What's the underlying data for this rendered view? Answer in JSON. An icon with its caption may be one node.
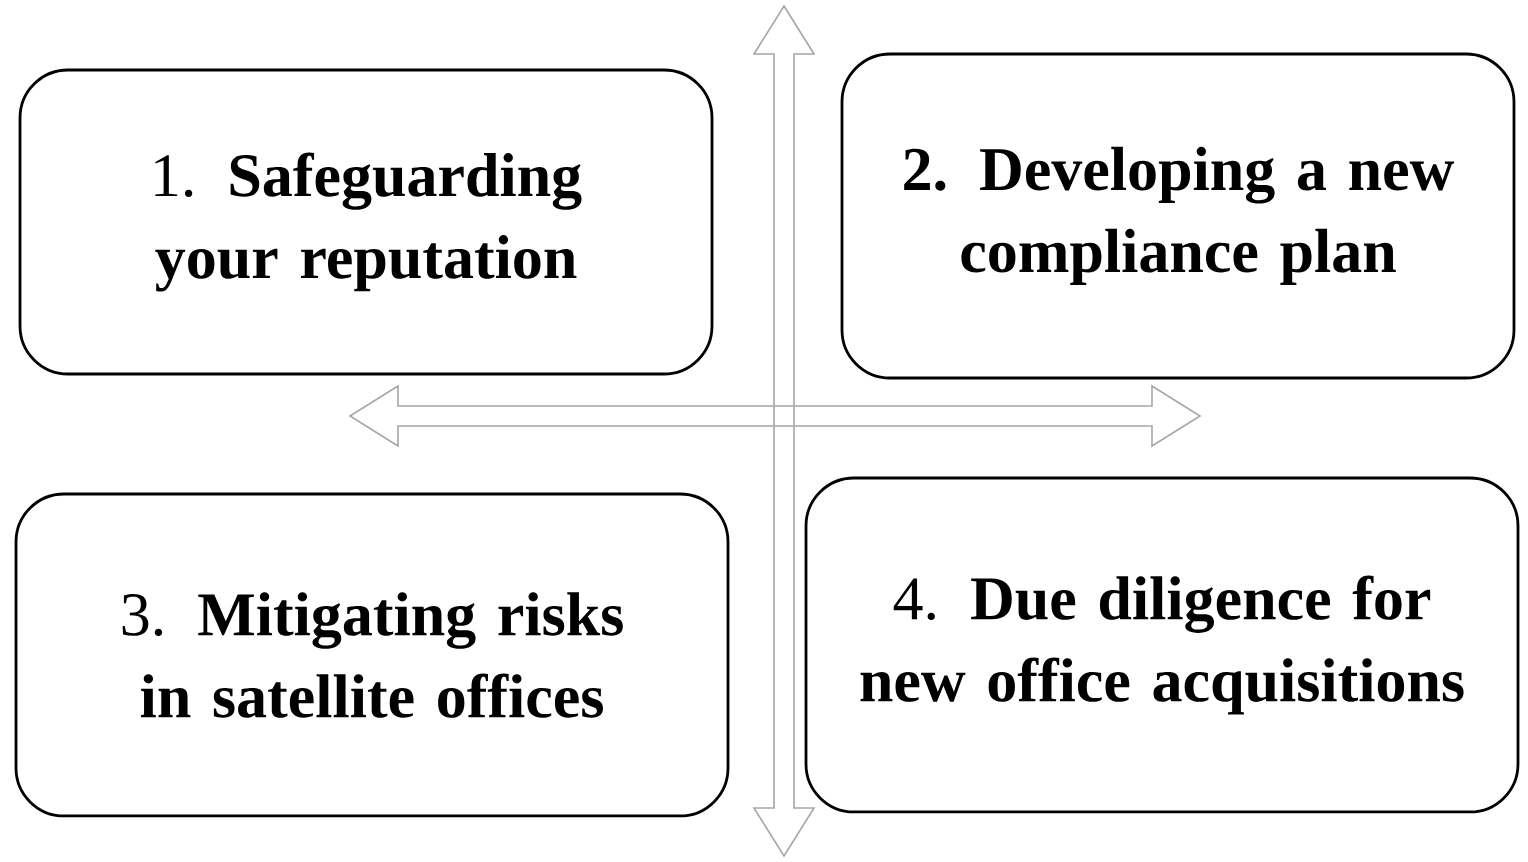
{
  "diagram": {
    "nodes": [
      {
        "text": [
          "1. **Safeguarding your reputation**"
        ]
      },
      {
        "text": [
          "**2. Developing a new compliance plan**"
        ]
      },
      {
        "text": [
          "3. **Mitigating risks in satellite offices**"
        ]
      },
      {
        "text": [
          "4. **Due diligence for new office acquisitions**"
        ]
      }
    ]
  }
}
